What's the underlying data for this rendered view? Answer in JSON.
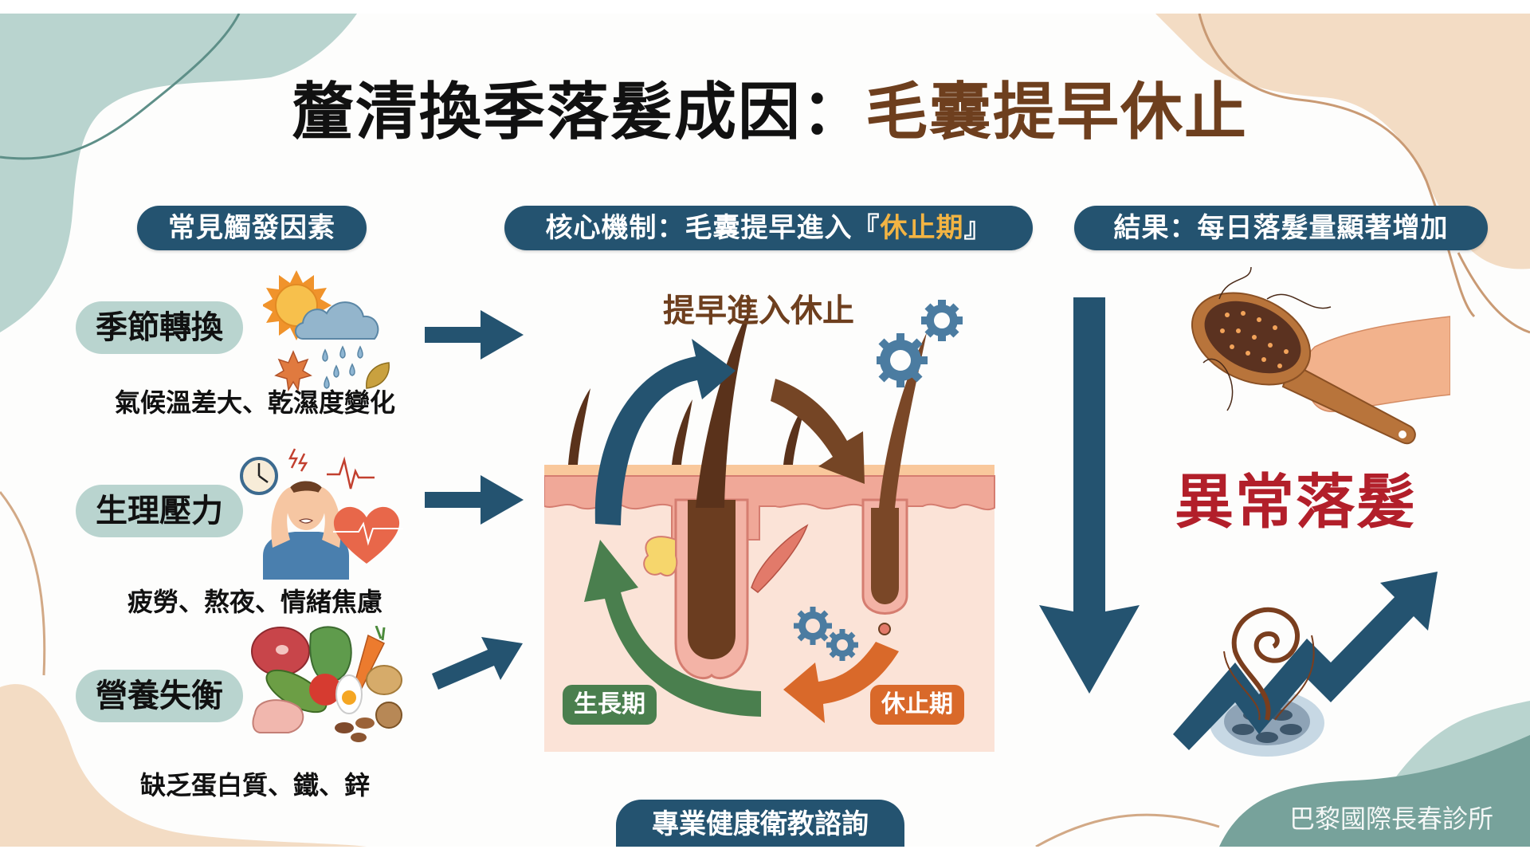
{
  "title": {
    "main": "釐清換季落髮成因：",
    "accent": "毛囊提早休止"
  },
  "columns": {
    "triggers_header": "常見觸發因素",
    "mechanism_header_prefix": "核心機制：毛囊提早進入『",
    "mechanism_header_highlight": "休止期",
    "mechanism_header_suffix": "』",
    "result_header": "結果：每日落髮量顯著增加"
  },
  "factors": [
    {
      "label": "季節轉換",
      "description": "氣候溫差大、乾濕度變化",
      "icon": "weather-icon"
    },
    {
      "label": "生理壓力",
      "description": "疲勞、熬夜、情緒焦慮",
      "icon": "stressed-person-icon"
    },
    {
      "label": "營養失衡",
      "description": "缺乏蛋白質、鐵、鋅",
      "icon": "food-icon"
    }
  ],
  "mechanism": {
    "early_rest_label": "提早進入休止",
    "growth_phase": "生長期",
    "rest_phase": "休止期"
  },
  "result": {
    "abnormal_label": "異常落髮"
  },
  "footer": {
    "tab_label": "專業健康衛教諮詢",
    "clinic_name": "巴黎國際長春診所"
  },
  "colors": {
    "navy": "#245370",
    "brown": "#6e3f1e",
    "red": "#b21f2a",
    "teal_light": "#b9d4cf",
    "peach": "#f3dcc4",
    "growth_green": "#4a7f4e",
    "rest_orange": "#d9692a",
    "highlight_gold": "#f2b443"
  }
}
